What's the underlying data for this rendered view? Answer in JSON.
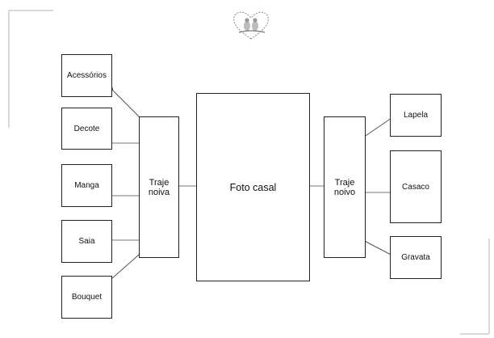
{
  "center": {
    "label": "Foto casal"
  },
  "bride": {
    "title_line1": "Traje",
    "title_line2": "noiva",
    "items": [
      "Acessórios",
      "Decote",
      "Manga",
      "Saia",
      "Bouquet"
    ]
  },
  "groom": {
    "title_line1": "Traje",
    "title_line2": "noivo",
    "items": [
      "Lapela",
      "Casaco",
      "Gravata"
    ]
  },
  "colors": {
    "line": "#555555",
    "border": "#222222",
    "dot": "#444444",
    "frame": "#d9d9d9"
  }
}
